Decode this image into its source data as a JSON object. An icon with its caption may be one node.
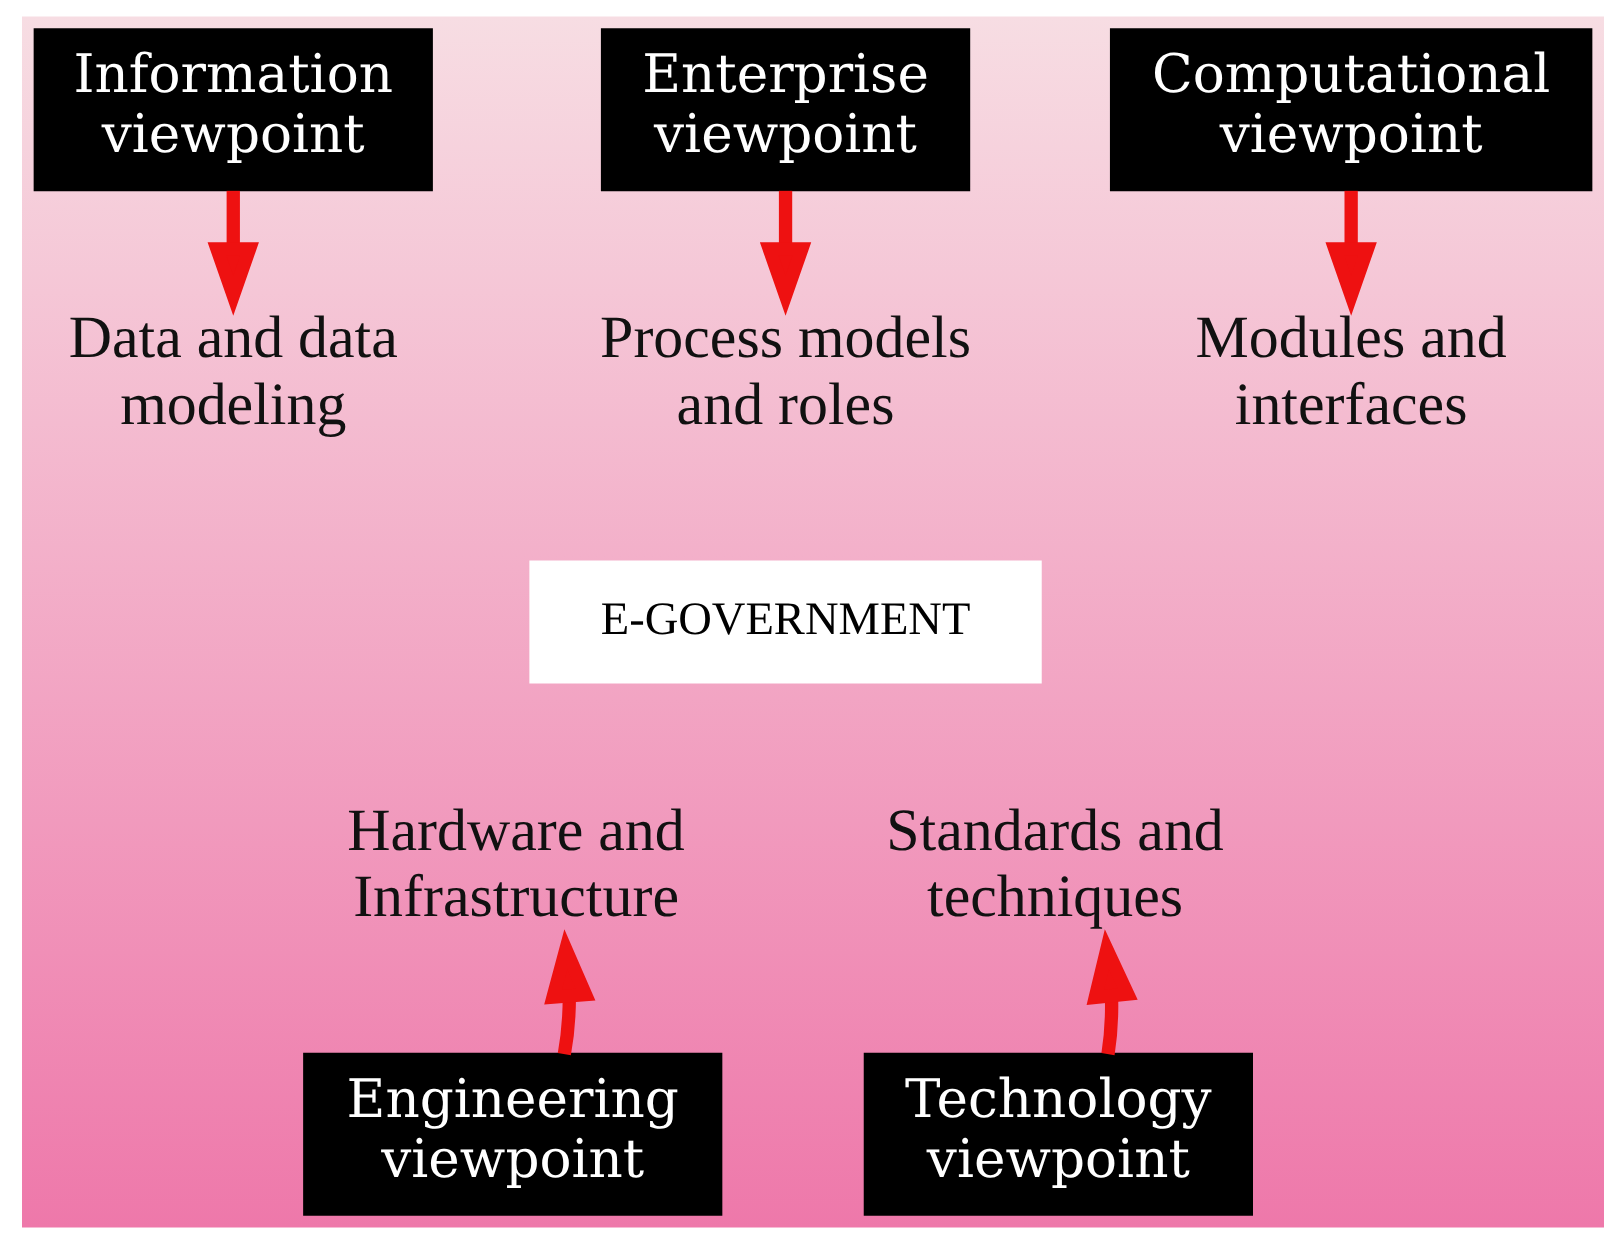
{
  "diagram": {
    "nodes": [
      {
        "text": [
          "Enterprise viewpoint"
        ]
      },
      {
        "text": [
          "Information viewpoint"
        ]
      },
      {
        "text": [
          "Computational viewpoint"
        ]
      },
      {
        "text": [
          "Data and data modeling"
        ]
      },
      {
        "text": [
          "Process models and roles"
        ]
      },
      {
        "text": [
          "Modules and interfaces"
        ]
      },
      {
        "text": [
          "E-GOVERNMENT"
        ]
      },
      {
        "text": [
          "Hardware and Infrastructure"
        ]
      },
      {
        "text": [
          "Standards and techniques"
        ]
      },
      {
        "text": [
          "Engineering viewpoint"
        ]
      },
      {
        "text": [
          "Technology viewpoint"
        ]
      }
    ],
    "edges": [
      {
        "from": 1,
        "to": 3,
        "arrow": "to"
      },
      {
        "from": 0,
        "to": 4,
        "arrow": "to"
      },
      {
        "from": 2,
        "to": 5,
        "arrow": "to"
      },
      {
        "from": 9,
        "to": 7,
        "arrow": "to"
      },
      {
        "from": 10,
        "to": 8,
        "arrow": "to"
      }
    ]
  }
}
